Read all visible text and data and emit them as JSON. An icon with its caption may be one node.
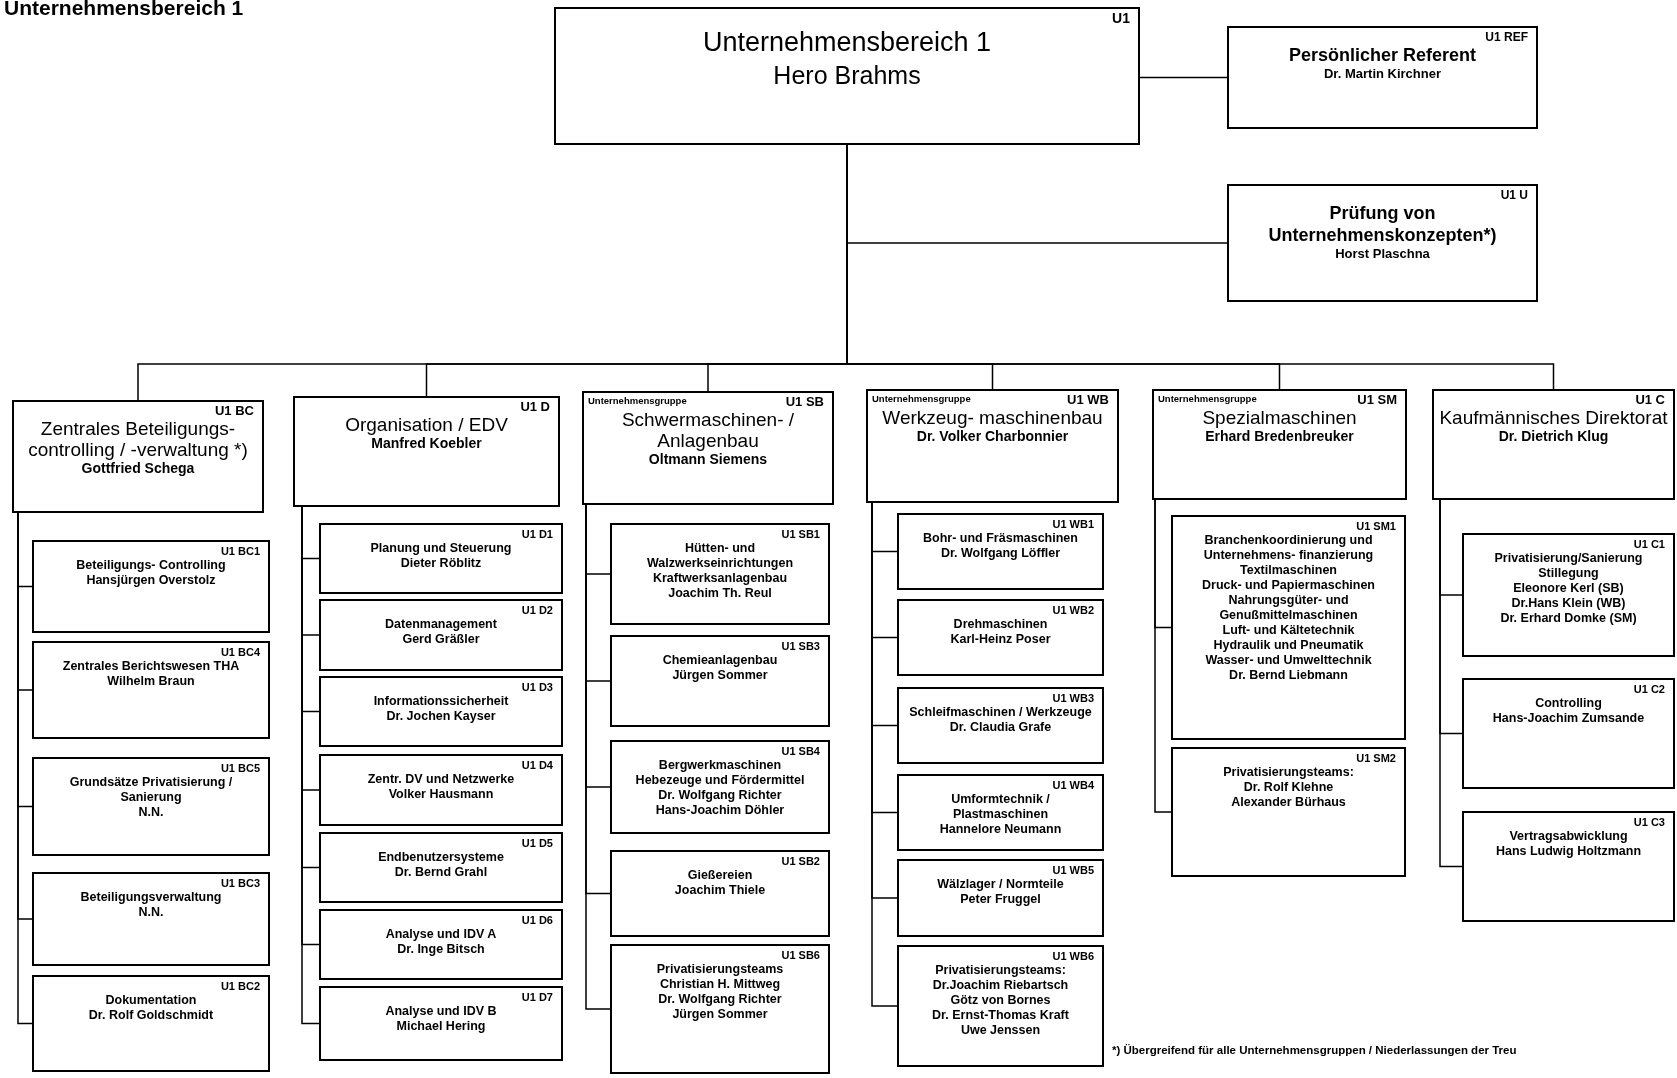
{
  "diagram": {
    "title": "Unternehmensbereich 1",
    "nodes": [
      {
        "text": [
          "U1",
          "Unternehmensbereich 1",
          "Hero Brahms"
        ]
      },
      {
        "text": [
          "U1 REF",
          "Persönlicher Referent",
          "Dr. Martin Kirchner"
        ]
      },
      {
        "text": [
          "U1 U",
          "Prüfung von Unternehmenskonzepten*)",
          "Horst Plaschna"
        ]
      },
      {
        "text": [
          "U1 BC",
          "Zentrales Beteiligungs- controlling / -verwaltung *)",
          "Gottfried Schega"
        ]
      },
      {
        "text": [
          "U1 D",
          "Organisation / EDV",
          "Manfred Koebler"
        ]
      },
      {
        "text": [
          "Unternehmensgruppe",
          "U1 SB",
          "Schwermaschinen- / Anlagenbau",
          "Oltmann Siemens"
        ]
      },
      {
        "text": [
          "Unternehmensgruppe",
          "U1 WB",
          "Werkzeug- maschinenbau",
          "Dr. Volker Charbonnier"
        ]
      },
      {
        "text": [
          "Unternehmensgruppe",
          "U1 SM",
          "Spezialmaschinen",
          "Erhard Bredenbreuker"
        ]
      },
      {
        "text": [
          "U1 C",
          "Kaufmännisches Direktorat",
          "Dr. Dietrich Klug"
        ]
      },
      {
        "text": [
          "U1 BC1",
          "Beteiligungs- Controlling",
          "Hansjürgen Overstolz"
        ]
      },
      {
        "text": [
          "U1 BC4",
          "Zentrales Berichtswesen THA",
          "Wilhelm Braun"
        ]
      },
      {
        "text": [
          "U1 BC5",
          "Grundsätze Privatisierung / Sanierung",
          "N.N."
        ]
      },
      {
        "text": [
          "U1 BC3",
          "Beteiligungsverwaltung",
          "N.N."
        ]
      },
      {
        "text": [
          "U1 BC2",
          "Dokumentation",
          "Dr. Rolf Goldschmidt"
        ]
      },
      {
        "text": [
          "U1 D1",
          "Planung und Steuerung",
          "Dieter Röblitz"
        ]
      },
      {
        "text": [
          "U1 D2",
          "Datenmanagement",
          "Gerd Gräßler"
        ]
      },
      {
        "text": [
          "U1 D3",
          "Informationssicherheit",
          "Dr. Jochen Kayser"
        ]
      },
      {
        "text": [
          "U1 D4",
          "Zentr. DV und Netzwerke",
          "Volker Hausmann"
        ]
      },
      {
        "text": [
          "U1 D5",
          "Endbenutzersysteme",
          "Dr. Bernd Grahl"
        ]
      },
      {
        "text": [
          "U1 D6",
          "Analyse und IDV A",
          "Dr. Inge Bitsch"
        ]
      },
      {
        "text": [
          "U1 D7",
          "Analyse und IDV B",
          "Michael Hering"
        ]
      },
      {
        "text": [
          "U1 SB1",
          "Hütten- und Walzwerkseinrichtungen",
          "Kraftwerksanlagenbau",
          "Joachim Th. Reul"
        ]
      },
      {
        "text": [
          "U1 SB3",
          "Chemieanlagenbau",
          "Jürgen Sommer"
        ]
      },
      {
        "text": [
          "U1 SB4",
          "Bergwerkmaschinen",
          "Hebezeuge und Fördermittel",
          "Dr. Wolfgang Richter",
          "Hans-Joachim Döhler"
        ]
      },
      {
        "text": [
          "U1 SB2",
          "Gießereien",
          "Joachim Thiele"
        ]
      },
      {
        "text": [
          "U1 SB6",
          "Privatisierungsteams",
          "Christian H. Mittweg",
          "Dr. Wolfgang Richter",
          "Jürgen Sommer"
        ]
      },
      {
        "text": [
          "U1 WB1",
          "Bohr- und Fräsmaschinen",
          "Dr. Wolfgang Löffler"
        ]
      },
      {
        "text": [
          "U1 WB2",
          "Drehmaschinen",
          "Karl-Heinz Poser"
        ]
      },
      {
        "text": [
          "U1 WB3",
          "Schleifmaschinen / Werkzeuge",
          "Dr. Claudia Grafe"
        ]
      },
      {
        "text": [
          "U1 WB4",
          "Umformtechnik / Plastmaschinen",
          "Hannelore Neumann"
        ]
      },
      {
        "text": [
          "U1 WB5",
          "Wälzlager / Normteile",
          "Peter Fruggel"
        ]
      },
      {
        "text": [
          "U1 WB6",
          "Privatisierungsteams:",
          "Dr.Joachim Riebartsch",
          "Götz von Bornes",
          "Dr. Ernst-Thomas Kraft",
          "Uwe Jenssen"
        ]
      },
      {
        "text": [
          "U1 SM1",
          "Branchenkoordinierung und Unternehmens- finanzierung",
          "Textilmaschinen",
          "Druck- und Papiermaschinen",
          "Nahrungsgüter- und Genußmittelmaschinen",
          "Luft- und Kältetechnik",
          "Hydraulik und Pneumatik",
          "Wasser- und Umwelttechnik",
          "Dr. Bernd Liebmann"
        ]
      },
      {
        "text": [
          "U1 SM2",
          "Privatisierungsteams:",
          "Dr. Rolf Klehne",
          "Alexander Bürhaus"
        ]
      },
      {
        "text": [
          "U1 C1",
          "Privatisierung/Sanierung",
          "Stillegung",
          "Eleonore Kerl (SB)",
          "Dr.Hans Klein (WB)",
          "Dr. Erhard Domke (SM)"
        ]
      },
      {
        "text": [
          "U1 C2",
          "Controlling",
          "Hans-Joachim Zumsande"
        ]
      },
      {
        "text": [
          "U1 C3",
          "Vertragsabwicklung",
          "Hans Ludwig Holtzmann"
        ]
      }
    ],
    "edges": [
      {
        "from": 0,
        "to": 1,
        "arrow": "none"
      },
      {
        "from": 0,
        "to": 2,
        "arrow": "none"
      },
      {
        "from": 0,
        "to": 3,
        "arrow": "none"
      },
      {
        "from": 0,
        "to": 4,
        "arrow": "none"
      },
      {
        "from": 0,
        "to": 5,
        "arrow": "none"
      },
      {
        "from": 0,
        "to": 6,
        "arrow": "none"
      },
      {
        "from": 0,
        "to": 7,
        "arrow": "none"
      },
      {
        "from": 0,
        "to": 8,
        "arrow": "none"
      },
      {
        "from": 3,
        "to": 9,
        "arrow": "none"
      },
      {
        "from": 3,
        "to": 10,
        "arrow": "none"
      },
      {
        "from": 3,
        "to": 11,
        "arrow": "none"
      },
      {
        "from": 3,
        "to": 12,
        "arrow": "none"
      },
      {
        "from": 3,
        "to": 13,
        "arrow": "none"
      },
      {
        "from": 4,
        "to": 14,
        "arrow": "none"
      },
      {
        "from": 4,
        "to": 15,
        "arrow": "none"
      },
      {
        "from": 4,
        "to": 16,
        "arrow": "none"
      },
      {
        "from": 4,
        "to": 17,
        "arrow": "none"
      },
      {
        "from": 4,
        "to": 18,
        "arrow": "none"
      },
      {
        "from": 4,
        "to": 19,
        "arrow": "none"
      },
      {
        "from": 4,
        "to": 20,
        "arrow": "none"
      },
      {
        "from": 5,
        "to": 21,
        "arrow": "none"
      },
      {
        "from": 5,
        "to": 22,
        "arrow": "none"
      },
      {
        "from": 5,
        "to": 23,
        "arrow": "none"
      },
      {
        "from": 5,
        "to": 24,
        "arrow": "none"
      },
      {
        "from": 5,
        "to": 25,
        "arrow": "none"
      },
      {
        "from": 6,
        "to": 26,
        "arrow": "none"
      },
      {
        "from": 6,
        "to": 27,
        "arrow": "none"
      },
      {
        "from": 6,
        "to": 28,
        "arrow": "none"
      },
      {
        "from": 6,
        "to": 29,
        "arrow": "none"
      },
      {
        "from": 6,
        "to": 30,
        "arrow": "none"
      },
      {
        "from": 6,
        "to": 31,
        "arrow": "none"
      },
      {
        "from": 7,
        "to": 32,
        "arrow": "none"
      },
      {
        "from": 7,
        "to": 33,
        "arrow": "none"
      },
      {
        "from": 8,
        "to": 34,
        "arrow": "none"
      },
      {
        "from": 8,
        "to": 35,
        "arrow": "none"
      },
      {
        "from": 8,
        "to": 36,
        "arrow": "none"
      }
    ],
    "labels": [
      "*) Übergreifend für alle Unternehmensgruppen / Niederlassungen der Treu"
    ]
  }
}
